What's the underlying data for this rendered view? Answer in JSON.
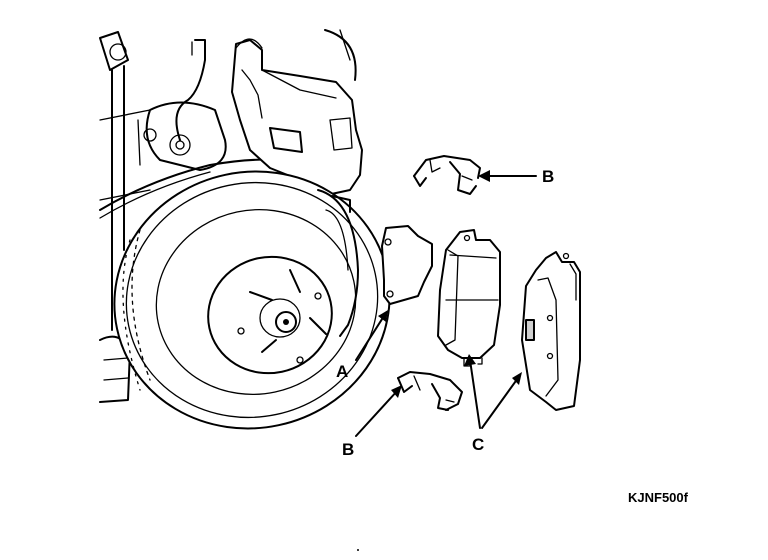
{
  "figure": {
    "id_label": "KJNF500f",
    "callouts": {
      "a": "A",
      "b_upper": "B",
      "b_lower": "B",
      "c": "C"
    },
    "colors": {
      "ink": "#000000",
      "paper": "#ffffff",
      "shade": "#cfcfcf"
    }
  }
}
